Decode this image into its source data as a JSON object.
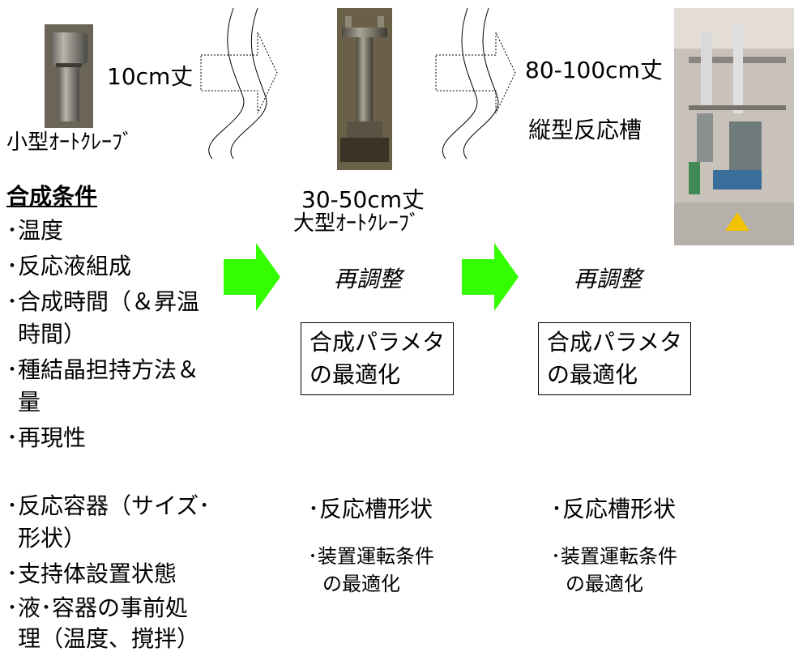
{
  "stage1": {
    "height_label": "10cm丈",
    "device_label": "小型ｵｰﾄｸﾚｰﾌﾞ"
  },
  "stage2": {
    "height_label": "30-50cm丈",
    "device_label": "大型ｵｰﾄｸﾚｰﾌﾞ",
    "readjust": "再調整",
    "param_box": [
      "合成パラメタ",
      "の最適化"
    ],
    "items": [
      "･反応槽形状",
      "･装置運転条件",
      "の最適化"
    ]
  },
  "stage3": {
    "height_label": "80-100cm丈",
    "device_label": "縦型反応槽",
    "readjust": "再調整",
    "param_box": [
      "合成パラメタ",
      "の最適化"
    ],
    "items": [
      "･反応槽形状",
      "･装置運転条件",
      "の最適化"
    ]
  },
  "conditions": {
    "heading": "合成条件",
    "lines": [
      "･温度",
      "･反応液組成",
      "･合成時間（＆昇温",
      "時間）",
      "･種結晶担持方法＆",
      "量",
      "･再現性"
    ]
  },
  "other_conditions": {
    "lines": [
      "･反応容器（サイズ･",
      "形状）",
      "･支持体設置状態",
      "･液･容器の事前処",
      "理（温度、撹拌）"
    ]
  },
  "colors": {
    "arrow_green": "#33ff00",
    "photo_metal": "#8c8a82"
  }
}
